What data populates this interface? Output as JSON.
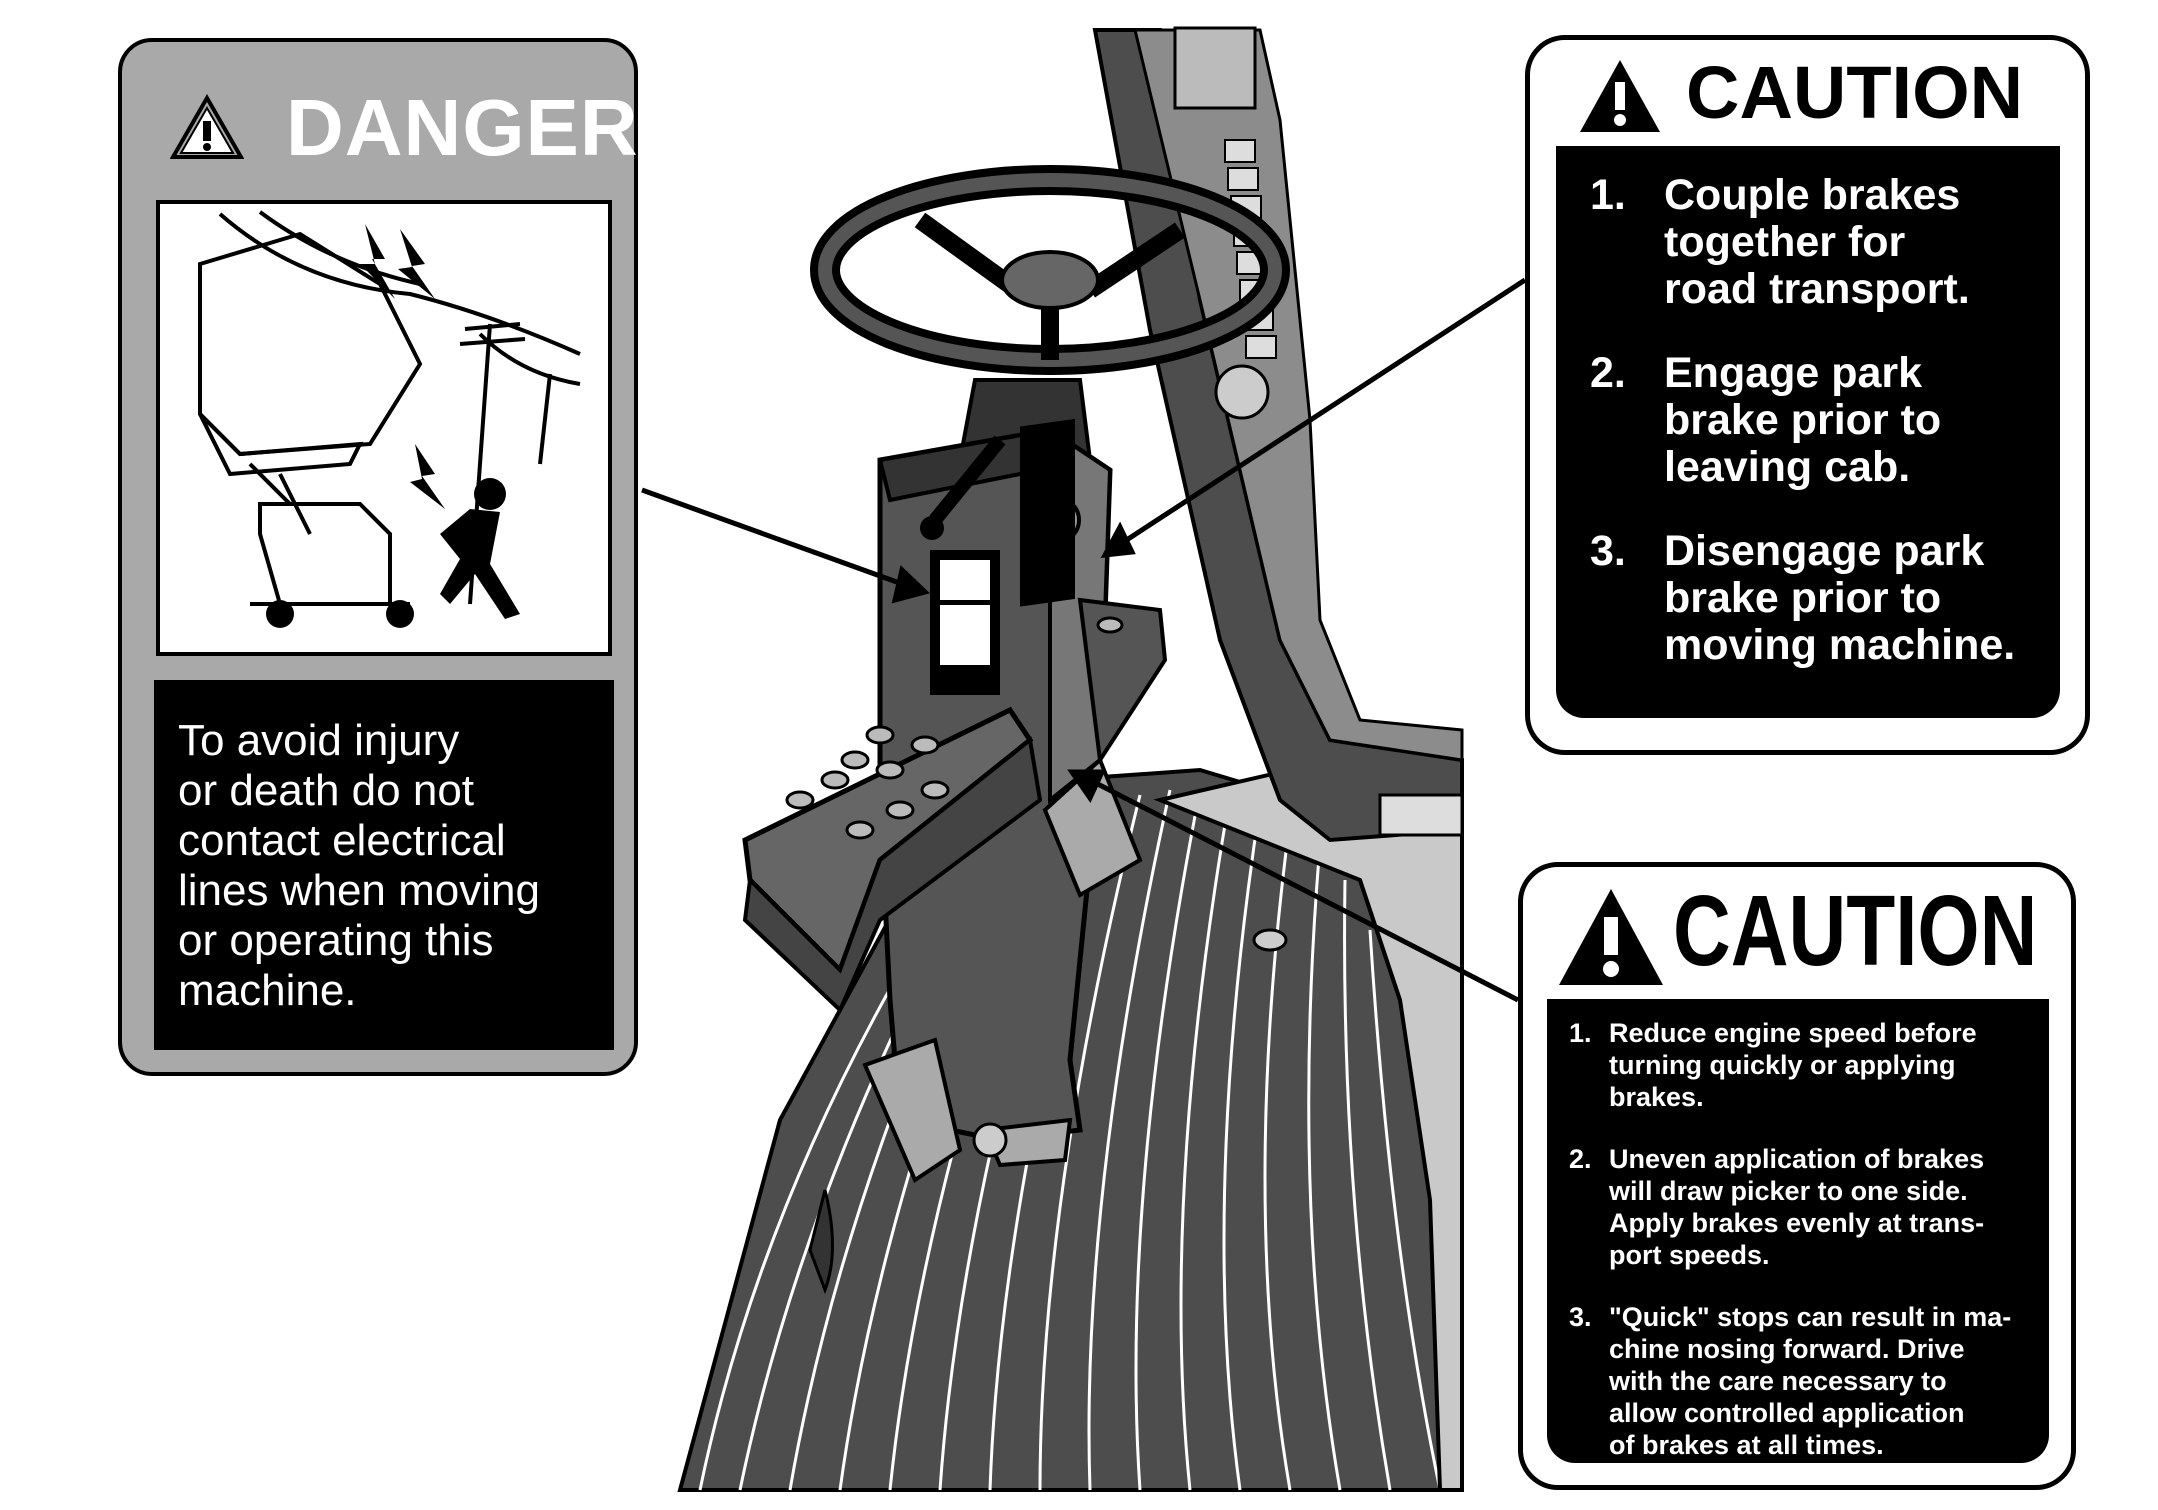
{
  "danger_decal": {
    "title": "DANGER",
    "message_lines": [
      "To avoid injury",
      "or death do not",
      "contact electrical",
      "lines when moving",
      "or operating this",
      "machine."
    ]
  },
  "caution_decal_1": {
    "title": "CAUTION",
    "items": [
      {
        "number": "1.",
        "lines": [
          "Couple brakes",
          "together for",
          "road transport."
        ]
      },
      {
        "number": "2.",
        "lines": [
          "Engage park",
          "brake prior to",
          "leaving cab."
        ]
      },
      {
        "number": "3.",
        "lines": [
          "Disengage park",
          "brake prior to",
          "moving machine."
        ]
      }
    ]
  },
  "caution_decal_2": {
    "title": "CAUTION",
    "items": [
      {
        "number": "1.",
        "lines": [
          "Reduce engine speed before",
          "turning quickly or applying",
          "brakes."
        ]
      },
      {
        "number": "2.",
        "lines": [
          "Uneven application of brakes",
          "will draw picker to one side.",
          "Apply brakes evenly at trans-",
          "port speeds."
        ]
      },
      {
        "number": "3.",
        "lines": [
          "\"Quick\" stops can result in ma-",
          "chine nosing forward. Drive",
          "with the care necessary to",
          "allow controlled application",
          "of brakes at all times."
        ]
      }
    ]
  },
  "icons": {
    "warning": "warning-triangle-icon",
    "electric_hazard": "electrical-shock-pictogram"
  },
  "colors": {
    "danger_panel": "#a9a9a9",
    "text_panel": "#000000",
    "decal_text": "#ffffff"
  }
}
